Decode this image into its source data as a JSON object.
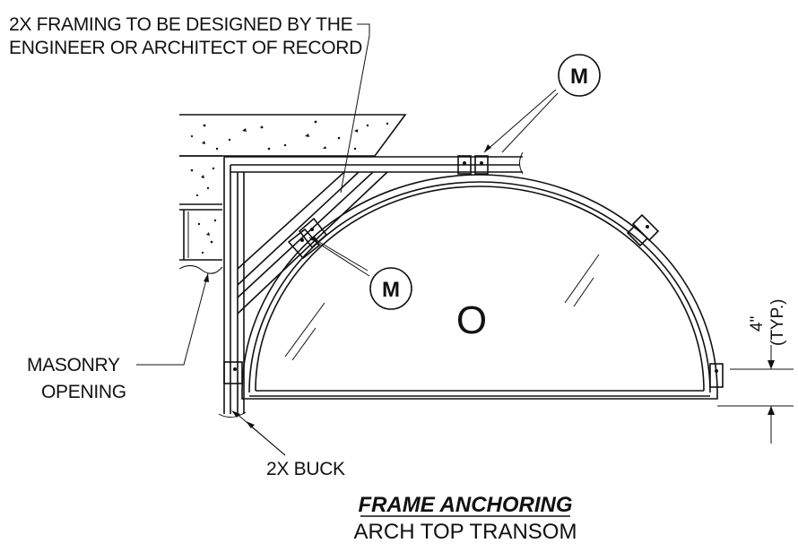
{
  "notes": {
    "framing_line1": "2X FRAMING TO BE DESIGNED BY THE",
    "framing_line2": "ENGINEER OR ARCHITECT OF RECORD",
    "masonry_line1": "MASONRY",
    "masonry_line2": "OPENING",
    "buck": "2X BUCK"
  },
  "callouts": {
    "anchor_top": "M",
    "anchor_mid": "M",
    "glass_mark": "O"
  },
  "dimension": {
    "value": "4\"",
    "note": "(TYP.)"
  },
  "title": {
    "main": "FRAME ANCHORING",
    "sub": "ARCH TOP TRANSOM"
  }
}
